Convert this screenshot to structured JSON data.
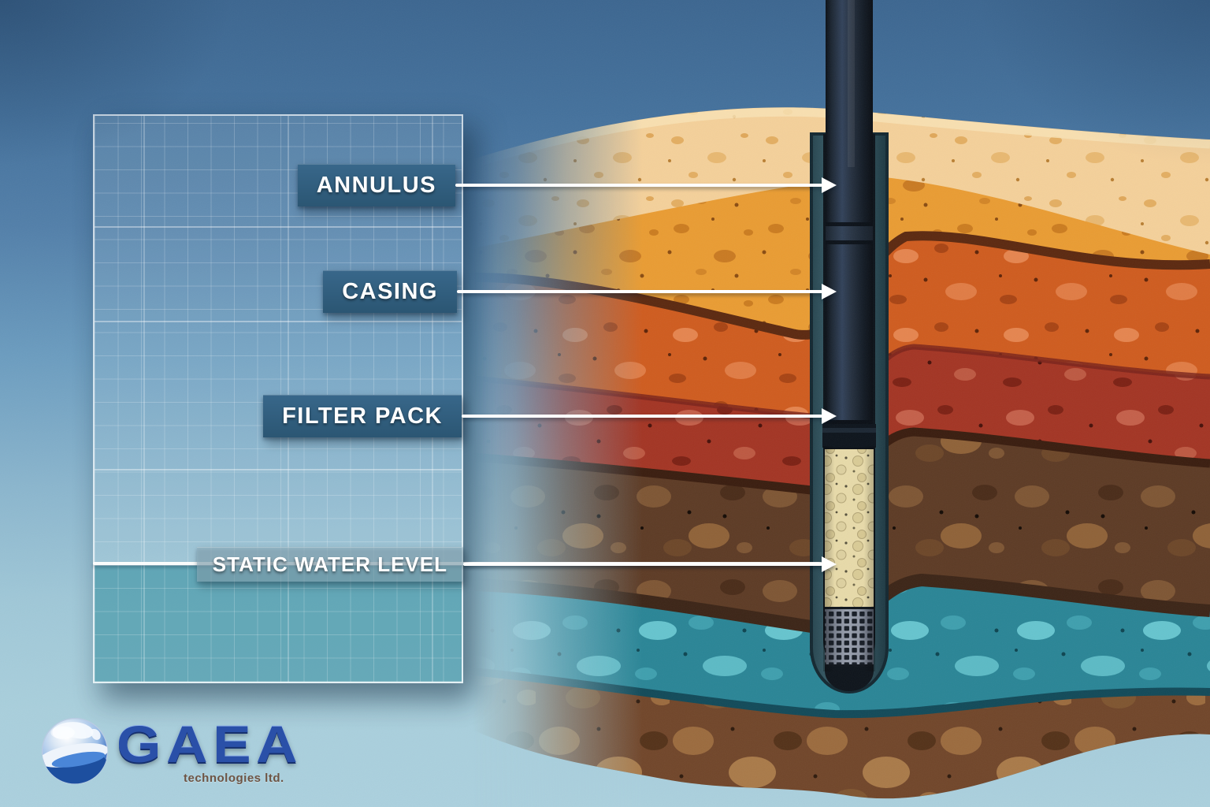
{
  "callouts": {
    "annulus": "ANNULUS",
    "casing": "CASING",
    "filter_pack": "FILTER PACK",
    "static_water_level": "STATIC WATER LEVEL"
  },
  "logo": {
    "brand": "GAEA",
    "tagline": "technologies ltd."
  },
  "palette": {
    "sky_top": "#3c6692",
    "sky_bottom": "#abd0de",
    "topsoil_tan": "#f4d09a",
    "subsoil_orange": "#e99c33",
    "clay_rust": "#cf5c1f",
    "clay_dark_red": "#a33524",
    "till_brown": "#5d3b25",
    "aquifer_teal": "#2a8596",
    "gravel_brown": "#71462a",
    "filter_pack_sand": "#e7daa9",
    "well_casing": "#1b2531",
    "borehole_wall": "#3a5f6b",
    "well_screen_gray": "#9aa1af",
    "label_box_blue": "#2e5d7c",
    "static_label_box": "#8dacba",
    "arrow_white": "#ffffff",
    "brand_blue": "#2a50a8",
    "tagline_brown": "#6d5444"
  }
}
